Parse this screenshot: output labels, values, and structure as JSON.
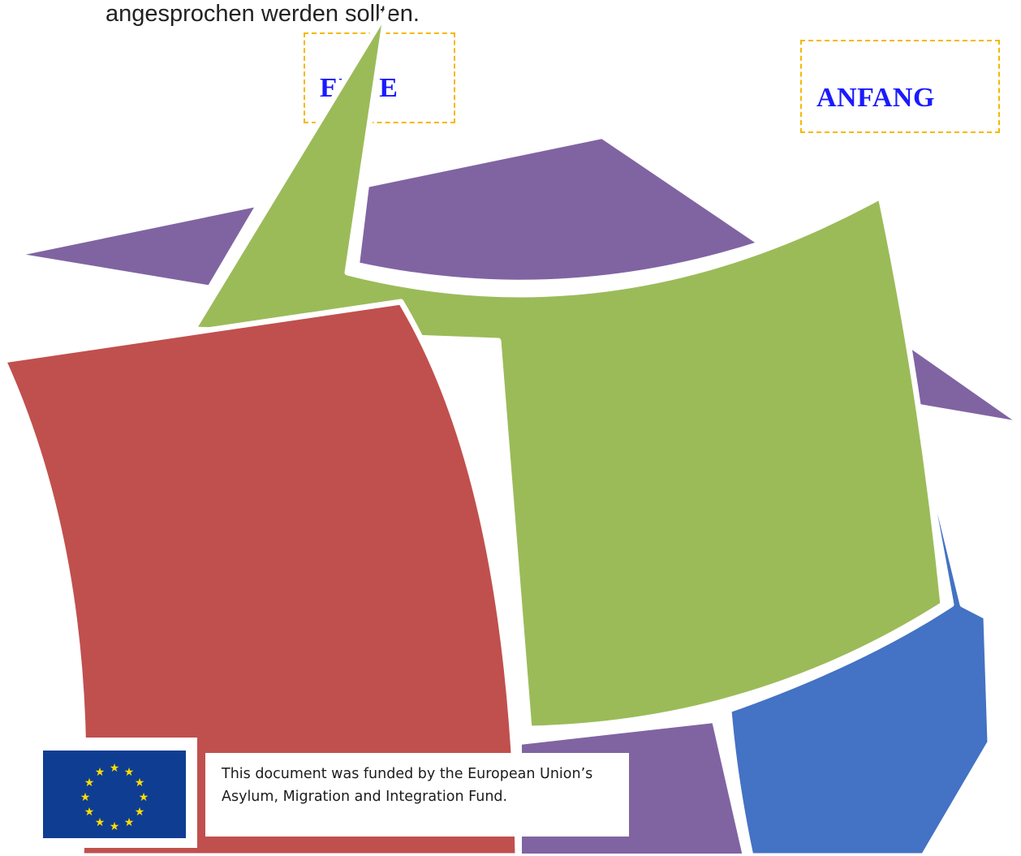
{
  "page": {
    "top_text": "angesprochen werden sollten."
  },
  "labels": {
    "ende": "ENDE",
    "anfang": "ANFANG"
  },
  "colors": {
    "purple": "#8064a2",
    "green": "#9bbb59",
    "red": "#c0504d",
    "blue": "#4472c4",
    "label_blue": "#1a1aff",
    "dashed_border": "#f5b800",
    "eu_blue": "#0f3d91",
    "eu_star": "#ffdd00"
  },
  "funding": {
    "text": "This document was funded by the European Union’s Asylum, Migration and Integration Fund.",
    "flag_icon": "eu-flag-icon"
  }
}
